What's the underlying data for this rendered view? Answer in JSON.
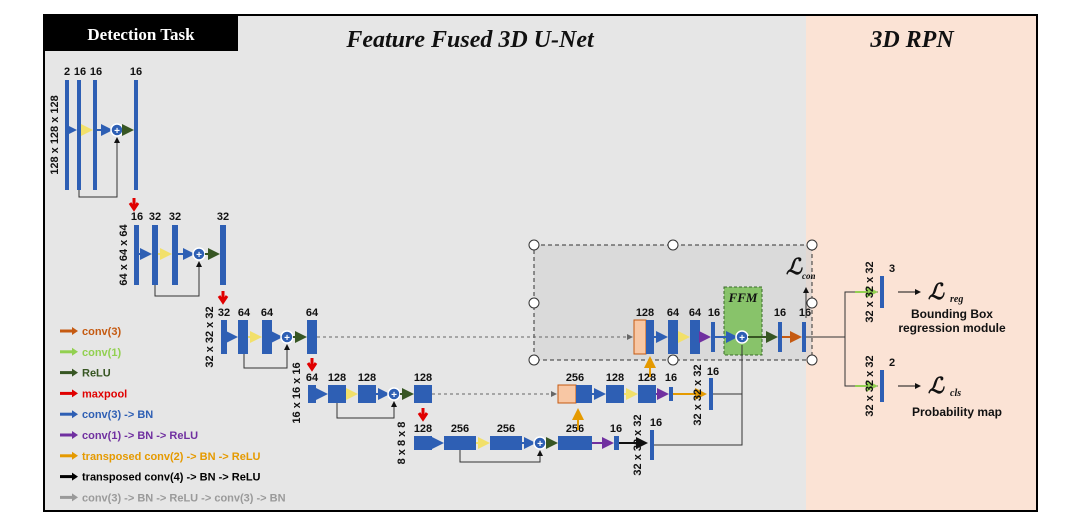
{
  "header": {
    "task_label": "Detection Task",
    "unet_title": "Feature Fused 3D U-Net",
    "rpn_title": "3D RPN"
  },
  "dims": {
    "d128": "128 x 128 x 128",
    "d64": "64 x 64 x 64",
    "d32": "32 x 32 x 32",
    "d16": "16 x 16 x 16",
    "d8": "8 x 8 x 8"
  },
  "channels": {
    "l1": [
      "2",
      "16",
      "16",
      "16"
    ],
    "l2": [
      "16",
      "32",
      "32",
      "32"
    ],
    "l3": [
      "32",
      "64",
      "64",
      "64"
    ],
    "l4": [
      "64",
      "128",
      "128",
      "128"
    ],
    "l5": [
      "128",
      "256",
      "256",
      "256",
      "16"
    ],
    "dec16": [
      "256",
      "128",
      "128",
      "16"
    ],
    "dec32": [
      "128",
      "64",
      "64",
      "16",
      "16",
      "16"
    ]
  },
  "ffm_label": "FFM",
  "loss": {
    "script_l": "ℒ",
    "con_sub": "con",
    "reg_sub": "reg",
    "cls_sub": "cls"
  },
  "outputs": {
    "reg_channels": "3",
    "reg_label_1": "Bounding Box",
    "reg_label_2": "regression module",
    "cls_channels": "2",
    "cls_label": "Probability map"
  },
  "legend": [
    {
      "label": "conv(3)",
      "color": "#c55a11"
    },
    {
      "label": "conv(1)",
      "color": "#92d050"
    },
    {
      "label": "ReLU",
      "color": "#375623"
    },
    {
      "label": "maxpool",
      "color": "#e00000"
    },
    {
      "label": "conv(3) -> BN",
      "color": "#2e5fb4"
    },
    {
      "label": "conv(1) -> BN -> ReLU",
      "color": "#7030a0"
    },
    {
      "label": "transposed conv(2) -> BN -> ReLU",
      "color": "#e59a00"
    },
    {
      "label": "transposed conv(4) -> BN -> ReLU",
      "color": "#000000"
    },
    {
      "label": "conv(3) -> BN -> ReLU -> conv(3) -> BN",
      "color": "#9a9a9a"
    }
  ]
}
